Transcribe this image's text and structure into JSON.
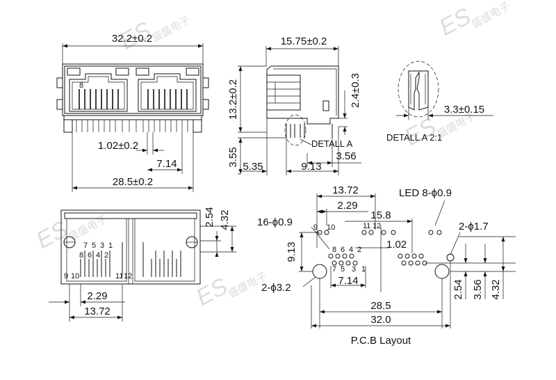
{
  "front_view": {
    "width_top": "32.2±0.2",
    "pitch_mid": "1.02±0.2",
    "dim_714": "7.14",
    "width_bottom": "28.5±0.2",
    "pin_label_8": "8"
  },
  "side_view": {
    "depth": "15.75±0.2",
    "height": "13.2±0.2",
    "led_offset": "2.4±0.3",
    "detail_callout": "DETALL A",
    "dim_356": "3.56",
    "dim_355": "3.55",
    "dim_535": "5.35",
    "dim_913": "9.13"
  },
  "detail_view": {
    "dim": "3.3±0.15",
    "label": "DETALL A  2:1"
  },
  "bottom_view": {
    "dim_254": "2.54",
    "dim_432": "4.32",
    "dim_229": "2.29",
    "dim_1372": "13.72",
    "pins_top": [
      "7",
      "5",
      "3",
      "1"
    ],
    "pins_low": [
      "8",
      "6",
      "4",
      "2"
    ],
    "pins_led_left": [
      "9",
      "10"
    ],
    "pins_led_right": [
      "11",
      "12"
    ]
  },
  "pcb_layout": {
    "title": "P.C.B Layout",
    "dim_1372": "13.72",
    "dim_229": "2.29",
    "dim_158": "15.8",
    "dim_102": "1.02",
    "dim_913": "9.13",
    "dim_714": "7.14",
    "dim_285": "28.5",
    "dim_320": "32.0",
    "dim_254": "2.54",
    "dim_356": "3.56",
    "dim_432": "4.32",
    "holes_16": "16-ϕ0.9",
    "led_holes": "LED 8-ϕ0.9",
    "mount_holes": "2-ϕ3.2",
    "peg_holes": "2-ϕ1.7",
    "pin_nums_top": [
      "9",
      "10",
      "11",
      "12"
    ],
    "pin_nums_row1": [
      "8",
      "6",
      "4",
      "2"
    ],
    "pin_nums_row2": [
      "7",
      "5",
      "3",
      "1"
    ]
  },
  "watermark": {
    "logo": "ES",
    "chars": "盛盛电子"
  }
}
